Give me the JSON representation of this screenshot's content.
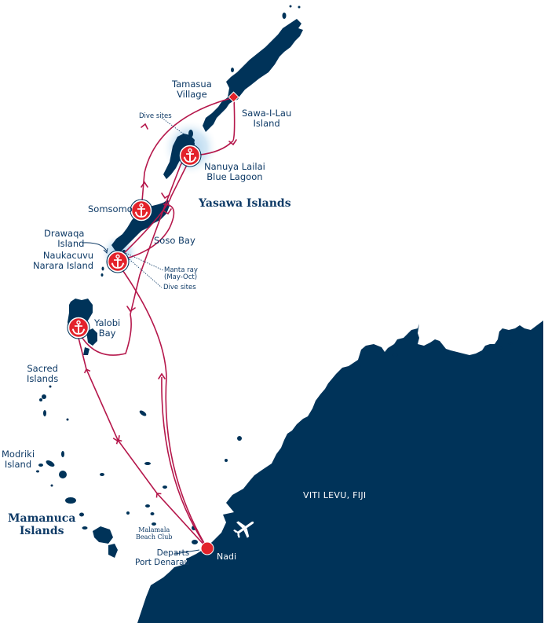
{
  "map": {
    "colors": {
      "land": "#003359",
      "route": "#b5174b",
      "marker_red": "#e3232b",
      "marker_white": "#ffffff",
      "lagoon_glow": "#8fc3e6",
      "label_text": "#0e3a66",
      "sea": "#ffffff"
    },
    "regions": {
      "yasawa": "Yasawa Islands",
      "mamanuca_line1": "Mamanuca",
      "mamanuca_line2": "Islands",
      "viti_levu": "VITI LEVU, FIJI"
    },
    "places": {
      "tamasua_line1": "Tamasua",
      "tamasua_line2": "Village",
      "sawailau_line1": "Sawa-I-Lau",
      "sawailau_line2": "Island",
      "nanuya_line1": "Nanuya Lailai",
      "nanuya_line2": "Blue Lagoon",
      "somsomo": "Somsomo",
      "drawaqa_line1": "Drawaqa",
      "drawaqa_line2": "Island",
      "naukacuvu_line1": "Naukacuvu",
      "naukacuvu_line2": "Narara Island",
      "soso_bay": "Soso Bay",
      "yalobi_line1": "Yalobi",
      "yalobi_line2": "Bay",
      "sacred_line1": "Sacred",
      "sacred_line2": "Islands",
      "modriki_line1": "Modriki",
      "modriki_line2": "Island",
      "malamala_line1": "Malamala",
      "malamala_line2": "Beach Club",
      "departs_line1": "Departs",
      "departs_line2": "Port Denarau",
      "nadi": "Nadi"
    },
    "annotations": {
      "dive_sites_north": "Dive sites",
      "manta_line1": "Manta ray",
      "manta_line2": "(May-Oct)",
      "dive_sites_south": "Dive sites"
    },
    "markers": [
      {
        "name": "Nanuya Lailai Blue Lagoon",
        "icon": "anchor-icon"
      },
      {
        "name": "Somsomo",
        "icon": "anchor-icon"
      },
      {
        "name": "Naukacuvu Narara Island",
        "icon": "anchor-icon"
      },
      {
        "name": "Yalobi Bay",
        "icon": "anchor-icon"
      },
      {
        "name": "Tamasua Village",
        "icon": "diamond-icon"
      },
      {
        "name": "Port Denarau",
        "icon": "departure-dot-icon"
      },
      {
        "name": "Nadi Airport",
        "icon": "airplane-icon"
      }
    ]
  }
}
